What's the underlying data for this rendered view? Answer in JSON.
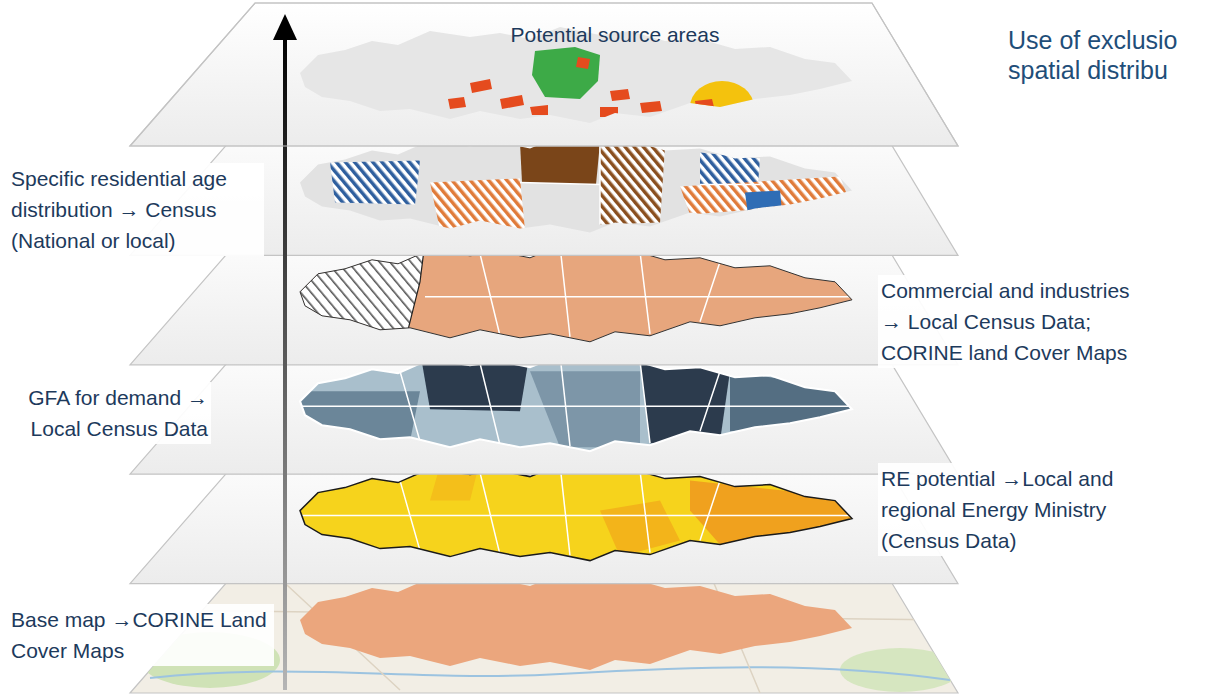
{
  "diagram": {
    "title": "Use of exclusio spatial distribu",
    "nodes": [
      {
        "text": [
          "Potential source areas"
        ]
      }
    ],
    "labels": [
      "Specific residential age distribution → Census (National or local)",
      "Commercial and industries → Local Census Data; CORINE land Cover Maps",
      "GFA for demand → Local Census Data",
      "RE potential →Local and regional Energy Ministry (Census Data)",
      "Base map →CORINE Land Cover Maps"
    ]
  }
}
